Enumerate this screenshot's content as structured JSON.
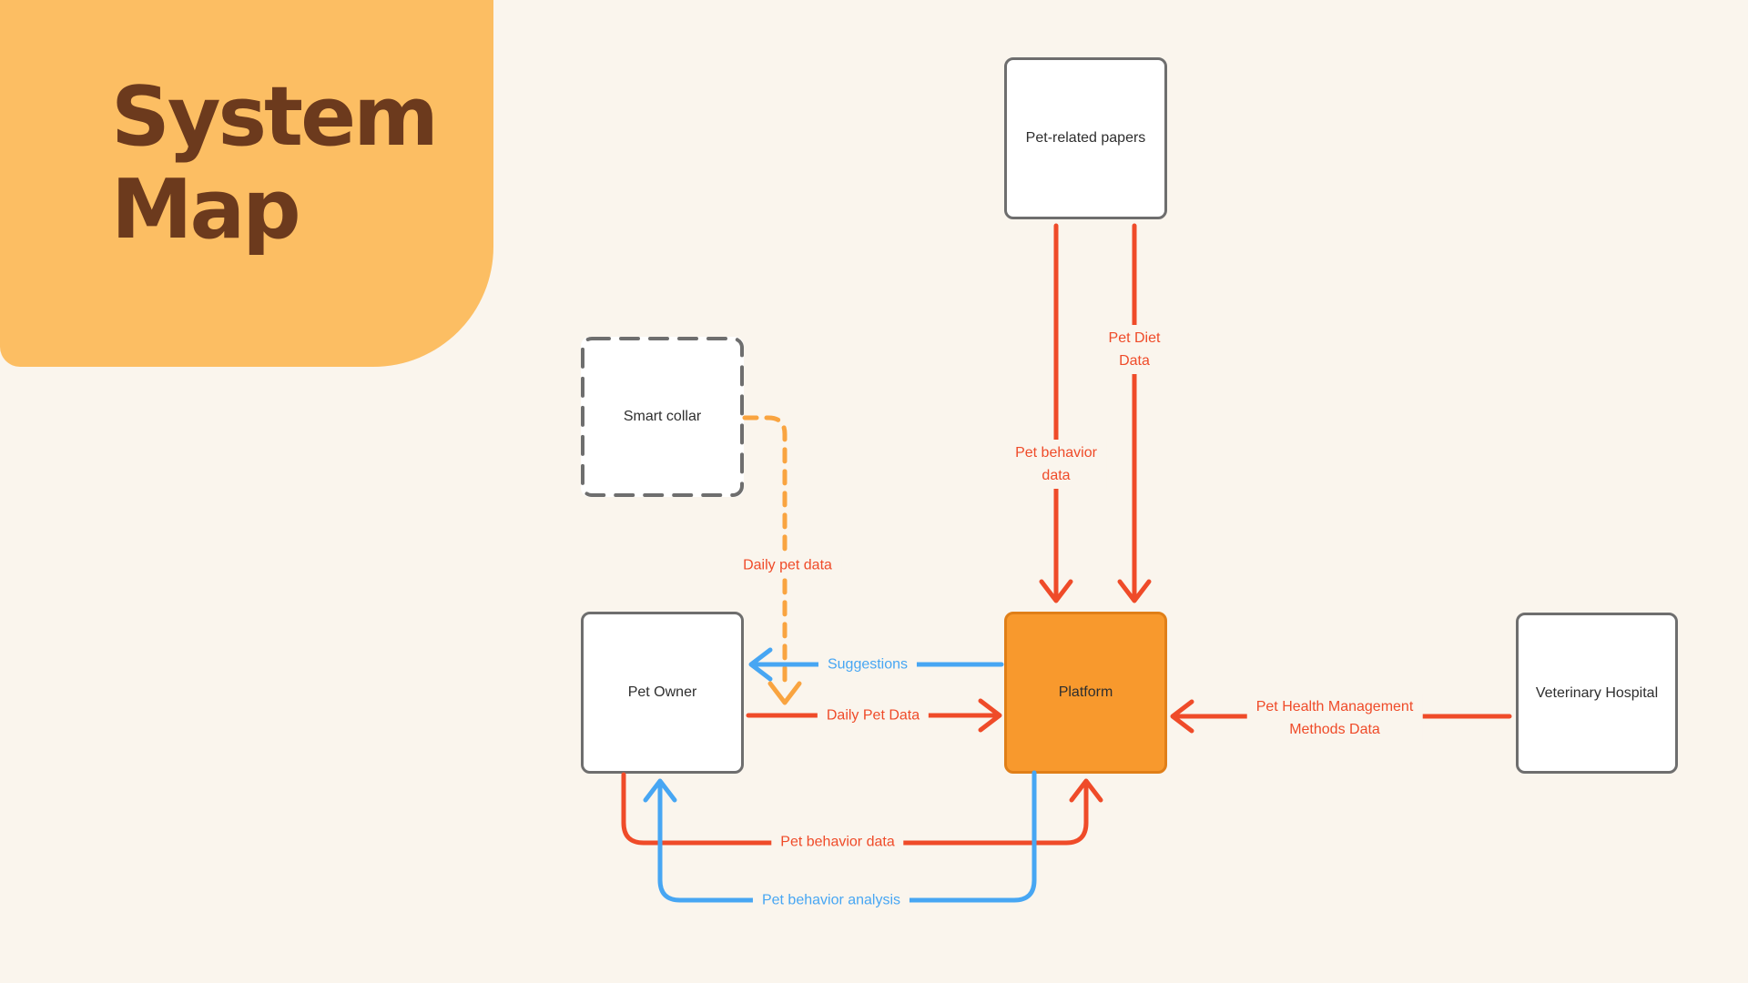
{
  "title": "System Map",
  "colors": {
    "bg": "#FAF5ED",
    "panel": "#FCBE63",
    "title_text": "#6C3A1D",
    "red": "#EF4B29",
    "blue": "#47A6F3",
    "orange_dash": "#F9A440",
    "platform_fill": "#F8992D",
    "platform_border": "#E07F18",
    "box_border": "#6E6E6E",
    "box_fill": "#FFFFFF",
    "box_text": "#2E2E2E"
  },
  "nodes": {
    "papers": {
      "label": "Pet-related papers"
    },
    "smart_collar": {
      "label": "Smart collar",
      "style": "dashed"
    },
    "pet_owner": {
      "label": "Pet Owner"
    },
    "platform": {
      "label": "Platform"
    },
    "vet_hospital": {
      "label": "Veterinary Hospital"
    }
  },
  "edges": {
    "pet_behavior_data_top": {
      "label": "Pet behavior\ndata",
      "color": "red",
      "style": "solid",
      "from": "Pet-related papers",
      "to": "Platform"
    },
    "pet_diet_data": {
      "label": "Pet Diet\nData",
      "color": "red",
      "style": "solid",
      "from": "Pet-related papers",
      "to": "Platform"
    },
    "daily_pet_data_collar": {
      "label": "Daily pet data",
      "color": "orange",
      "style": "dashed",
      "from": "Smart collar",
      "to": "Daily Pet Data flow"
    },
    "suggestions": {
      "label": "Suggestions",
      "color": "blue",
      "style": "solid",
      "from": "Platform",
      "to": "Pet Owner"
    },
    "daily_pet_data": {
      "label": "Daily Pet Data",
      "color": "red",
      "style": "solid",
      "from": "Pet Owner",
      "to": "Platform"
    },
    "pet_health_management": {
      "label": "Pet Health Management\nMethods Data",
      "color": "red",
      "style": "solid",
      "from": "Veterinary Hospital",
      "to": "Platform"
    },
    "pet_behavior_data_bottom": {
      "label": "Pet behavior data",
      "color": "red",
      "style": "solid",
      "from": "Pet Owner",
      "to": "Platform"
    },
    "pet_behavior_analysis": {
      "label": "Pet behavior analysis",
      "color": "blue",
      "style": "solid",
      "from": "Platform",
      "to": "Pet Owner"
    }
  }
}
